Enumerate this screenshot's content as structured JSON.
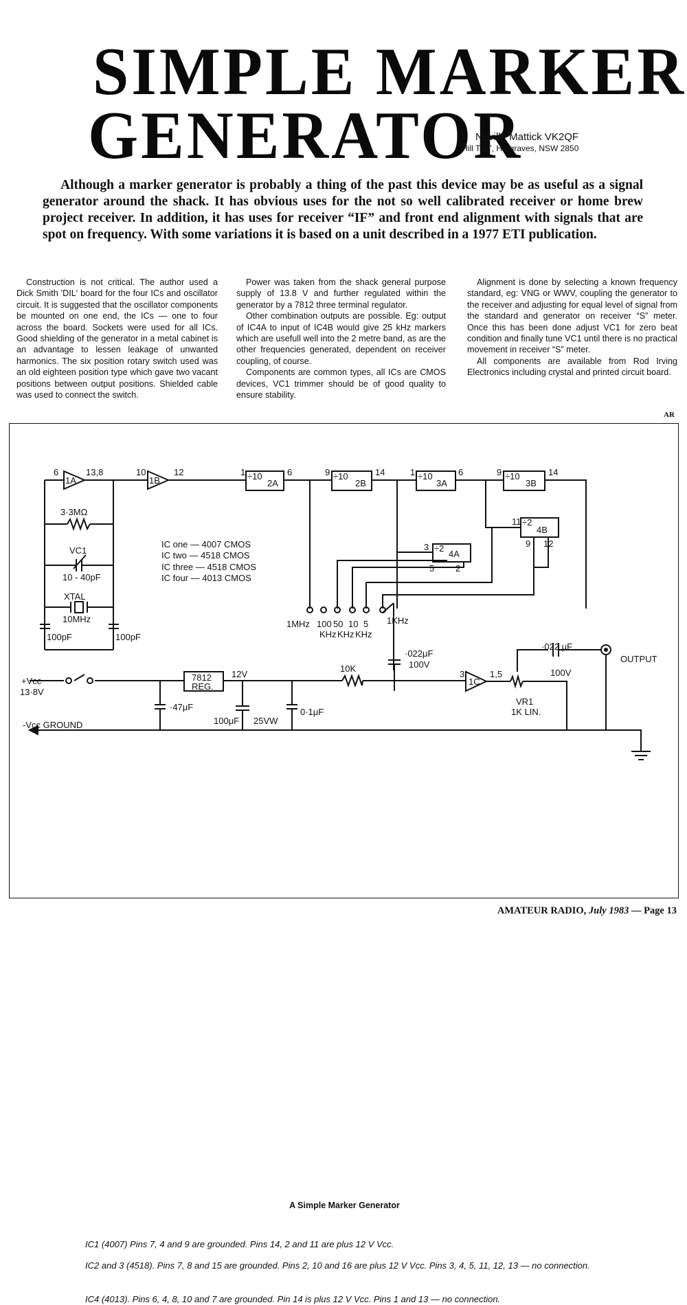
{
  "title_line1": "SIMPLE MARKER",
  "title_line2": "GENERATOR",
  "author": "Neville Mattick VK2QF",
  "address": "\"Hill Top\", Hargraves, NSW 2850",
  "intro": "Although a marker generator is probably a thing of the past this device may be as useful as a signal generator around the shack. It has obvious uses for the not so well calibrated receiver or home brew project receiver. In addition, it has uses for receiver “IF” and front end alignment with signals that are spot on frequency. With some variations it is based on a unit described in a 1977 ETI publication.",
  "columns": [
    [
      "Construction is not critical. The author used a Dick Smith 'DIL' board for the four ICs and oscillator circuit. It is suggested that the oscillator components be mounted on one end, the ICs — one to four across the board. Sockets were used for all ICs. Good shielding of the generator in a metal cabinet is an advantage to lessen leakage of unwanted harmonics. The six position rotary switch used was an old eighteen position type which gave two vacant positions between output positions. Shielded cable was used to connect the switch."
    ],
    [
      "Power was taken from the shack general purpose supply of 13.8 V and further regulated within the generator by a 7812 three terminal regulator.",
      "Other combination outputs are possible. Eg: output of IC4A to input of IC4B would give 25 kHz markers which are usefull well into the 2 metre band, as are the other frequencies generated, dependent on receiver coupling, of course.",
      "Components are common types, all ICs are CMOS devices, VC1 trimmer should be of good quality to ensure stability."
    ],
    [
      "Alignment is done by selecting a known frequency standard, eg: VNG or WWV, coupling the generator to the receiver and adjusting for equal level of signal from the standard and generator on receiver “S” meter. Once this has been done adjust VC1 for zero beat condition and finally tune VC1 until there is no practical movement in receiver “S” meter.",
      "All components are available from Rod Irving Electronics including crystal and printed circuit board."
    ]
  ],
  "end_mark": "AR",
  "schematic": {
    "ic_list": [
      "IC one    — 4007 CMOS",
      "IC two    — 4518 CMOS",
      "IC three — 4518 CMOS",
      "IC four  — 4013 CMOS"
    ],
    "blocks": [
      "1A",
      "1B",
      "÷10",
      "2A",
      "÷10",
      "2B",
      "÷10",
      "3A",
      "÷10",
      "3B",
      "÷2",
      "4A",
      "÷2",
      "4B",
      "1C",
      "7812",
      "REG."
    ],
    "pins": [
      "6",
      "13,8",
      "10",
      "12",
      "1",
      "6",
      "9",
      "14",
      "1",
      "6",
      "9",
      "14",
      "11",
      "3",
      "5",
      "2",
      "9",
      "12",
      "3",
      "1,5"
    ],
    "components": [
      "3·3MΩ",
      "VC1",
      "10 - 40pF",
      "XTAL",
      "10MHz",
      "100pF",
      "100pF",
      "·022μF",
      "100V",
      "·022 μF",
      "100V",
      "10K",
      "·47μF",
      "100μF",
      "25VW",
      "0·1μF",
      "12V",
      "VR1",
      "1K LIN."
    ],
    "switch_labels": [
      "1MHz",
      "100",
      "50",
      "10",
      "5",
      "1KHz",
      "KHz",
      "KHz",
      "KHz"
    ],
    "power": [
      "+Vcc",
      "13·8V",
      "-Vcc GROUND"
    ],
    "output": "OUTPUT"
  },
  "figure_caption": "A Simple Marker Generator",
  "notes": [
    "IC1 (4007) Pins 7, 4 and 9 are grounded. Pins 14, 2 and 11 are plus 12 V Vcc.",
    "IC2 and 3 (4518). Pins 7, 8 and 15 are grounded. Pins 2, 10 and 16 are plus 12 V Vcc. Pins 3, 4, 5, 11, 12, 13 — no connection.",
    "IC4 (4013). Pins 6, 4, 8, 10 and 7 are grounded. Pin 14 is plus 12 V Vcc. Pins 1 and 13 — no connection."
  ],
  "footer": {
    "magazine": "AMATEUR RADIO,",
    "month": "July 1983",
    "page": "— Page 13"
  }
}
